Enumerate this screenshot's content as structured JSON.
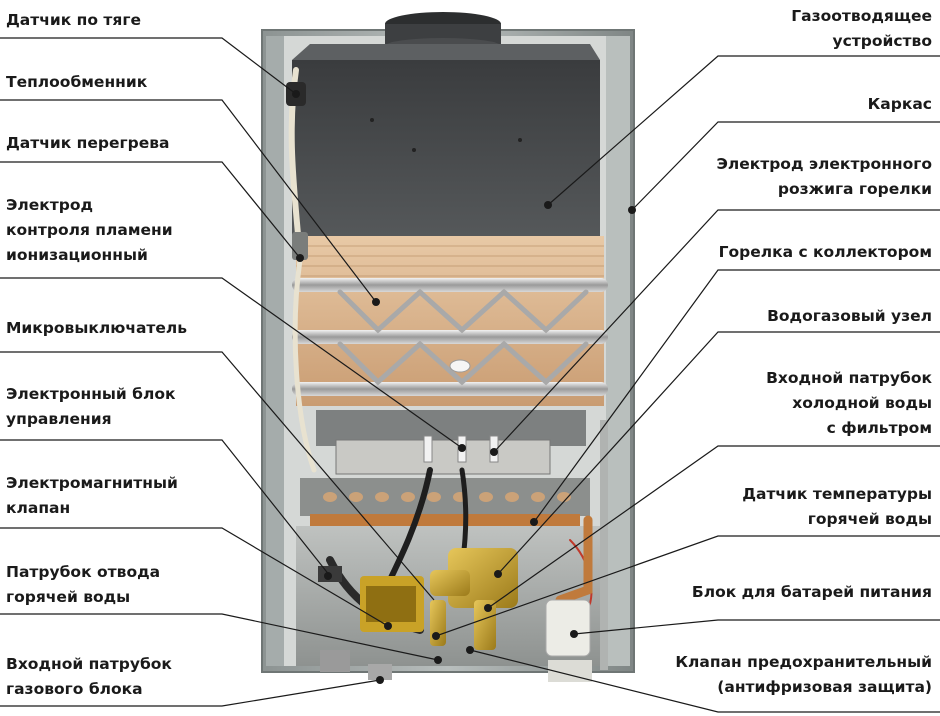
{
  "left_labels": [
    "Датчик по тяге",
    "Теплообменник",
    "Датчик перегрева",
    "Электрод\nконтроля пламени\nионизационный",
    "Микровыключатель",
    "Электронный блок\nуправления",
    "Электромагнитный\nклапан",
    "Патрубок отвода\nгорячей воды",
    "Входной патрубок\nгазового блока"
  ],
  "right_labels": [
    "Газоотводящее\nустройство",
    "Каркас",
    "Электрод электронного\nрозжига горелки",
    "Горелка с коллектором",
    "Водогазовый узел",
    "Входной патрубок\nхолодной воды\nс фильтром",
    "Датчик температуры\nгорячей воды",
    "Блок для батарей питания",
    "Клапан предохранительный\n(антифризовая защита)"
  ],
  "colors": {
    "text": "#1a1a1a",
    "leader": "#1a1a1a",
    "frame": "#9aa1a0",
    "hood": "#434547",
    "exchanger": "#d9b38c",
    "copper": "#c07a3c",
    "brass": "#c9a227"
  }
}
